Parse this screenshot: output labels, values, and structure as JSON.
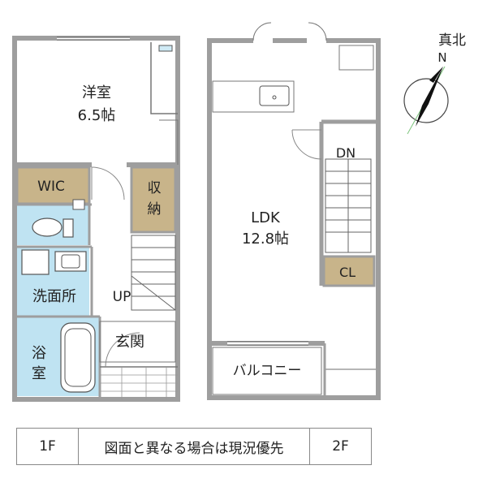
{
  "rooms": {
    "western_room": "洋室",
    "western_room_size": "6.5帖",
    "wic": "WIC",
    "storage_1": "収",
    "storage_2": "納",
    "washroom": "洗面所",
    "bath_1": "浴",
    "bath_2": "室",
    "up": "UP",
    "entrance": "玄関",
    "ldk": "LDK",
    "ldk_size": "12.8帖",
    "down": "DN",
    "closet": "CL",
    "balcony": "バルコニー"
  },
  "compass": {
    "true_north": "真北",
    "north": "N"
  },
  "legend": {
    "floor1": "1F",
    "note": "図面と異なる場合は現況優先",
    "floor2": "2F"
  },
  "colors": {
    "wall": "#9e9e9e",
    "storage": "#c8b48a",
    "wet_area": "#bfe3f2",
    "line": "#555555"
  }
}
